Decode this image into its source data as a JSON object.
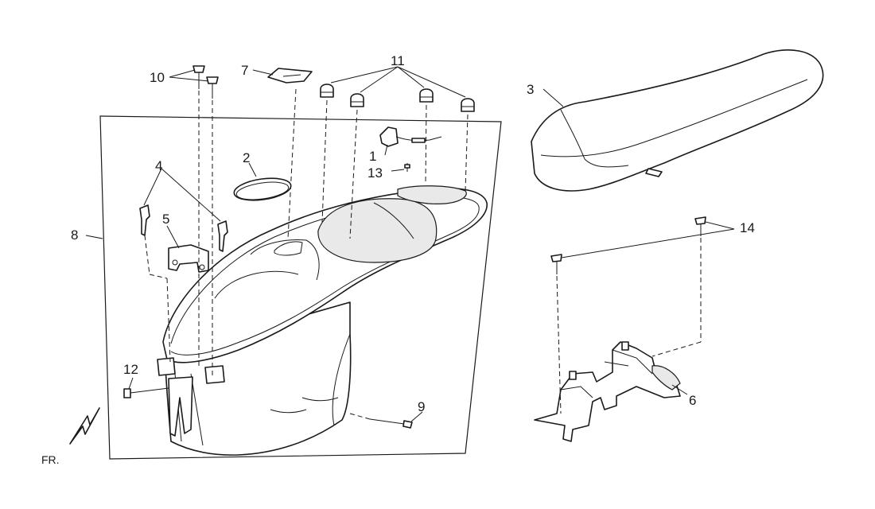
{
  "diagram": {
    "callouts": {
      "p1": "1",
      "p2": "2",
      "p3": "3",
      "p4": "4",
      "p5": "5",
      "p6": "6",
      "p7": "7",
      "p8": "8",
      "p9": "9",
      "p10": "10",
      "p11": "11",
      "p12": "12",
      "p13": "13",
      "p14": "14"
    },
    "front_marker": "FR."
  }
}
